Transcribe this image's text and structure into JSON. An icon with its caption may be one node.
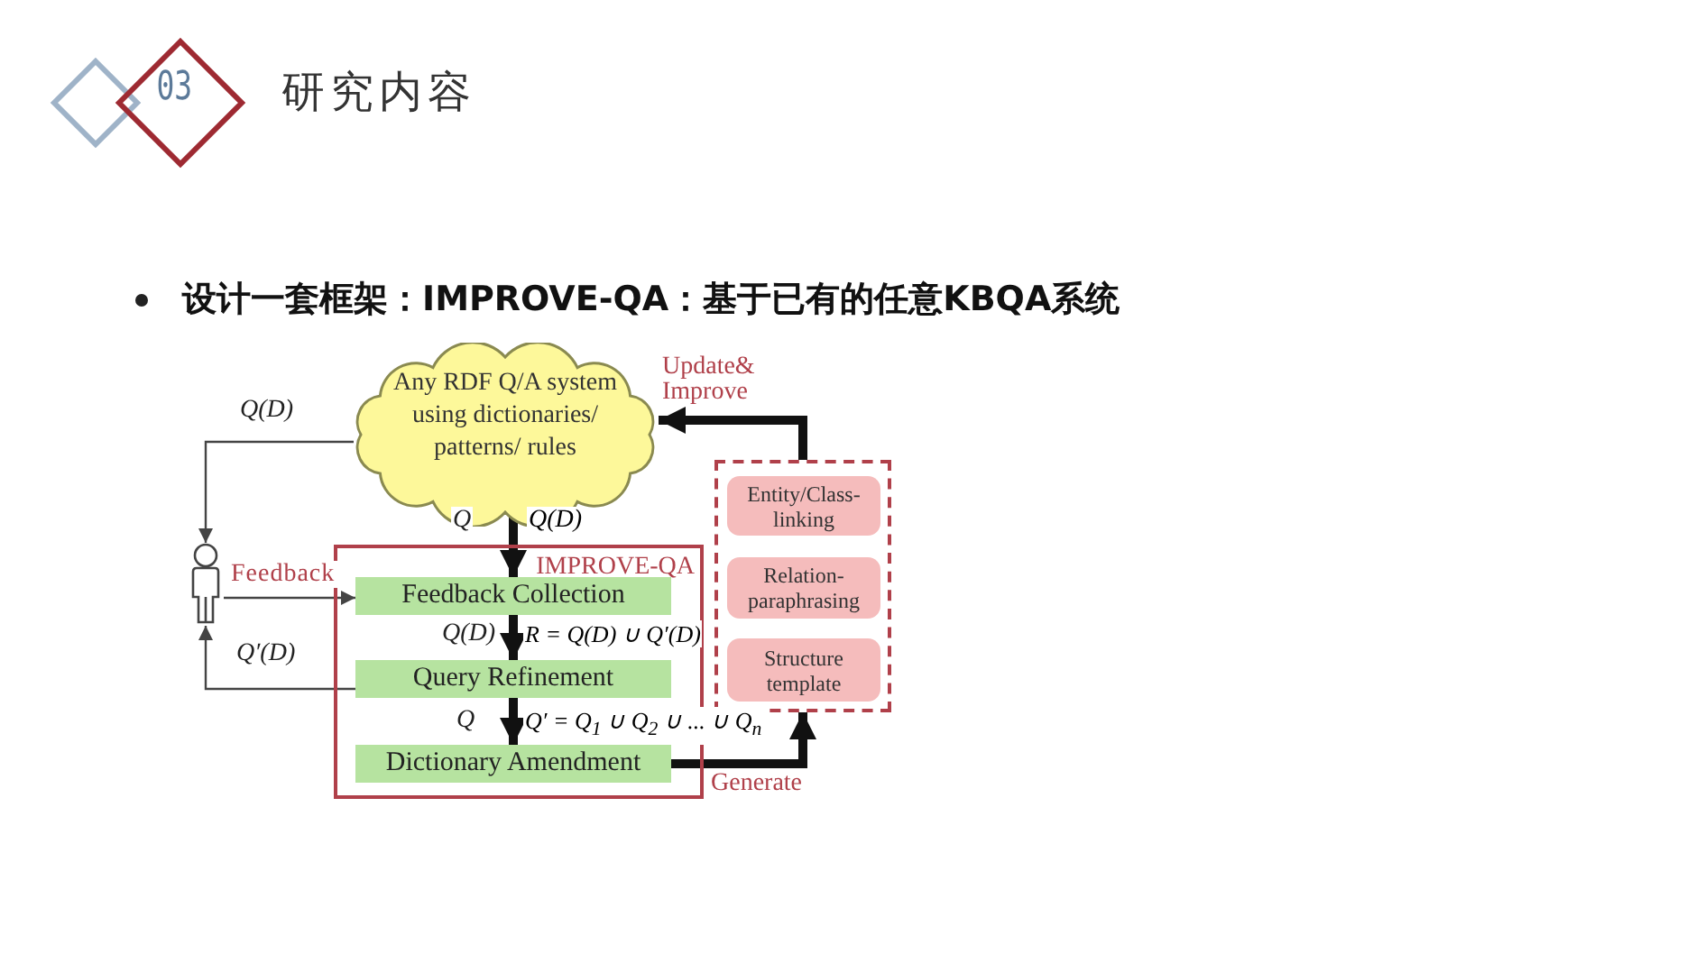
{
  "diagram": {
    "nodes": [
      {
        "text": [
          "Any RDF Q/A system using dictionaries/ patterns/ rules"
        ]
      },
      {
        "text": [],
        "shape": "person"
      },
      {
        "text": [
          "IMPROVE-QA"
        ]
      },
      {
        "text": [
          "Feedback Collection"
        ],
        "in": 2
      },
      {
        "text": [
          "Query Refinement"
        ],
        "in": 2
      },
      {
        "text": [
          "Dictionary Amendment"
        ],
        "in": 2
      },
      {
        "text": [],
        "shape": "box"
      },
      {
        "text": [
          "Entity/Class-linking"
        ],
        "in": 6
      },
      {
        "text": [
          "Relation-paraphrasing"
        ],
        "in": 6
      },
      {
        "text": [
          "Structure template"
        ],
        "in": 6
      }
    ],
    "edges": [
      {
        "from": 0,
        "to": 1,
        "arrow": "to",
        "label": "Q(D)",
        "color": "#444444"
      },
      {
        "from": 1,
        "to": 3,
        "arrow": "to",
        "label": "Feedback",
        "color": "#444444"
      },
      {
        "from": 4,
        "to": 1,
        "arrow": "to",
        "label": "Q′(D)",
        "color": "#444444"
      },
      {
        "from": 0,
        "to": 3,
        "arrow": "to",
        "label": "Q"
      },
      {
        "from": 3,
        "to": 4,
        "arrow": "to",
        "label": "Q(D)"
      },
      {
        "from": 4,
        "to": 5,
        "arrow": "to",
        "label": "Q"
      },
      {
        "from": 5,
        "to": 6,
        "arrow": "to",
        "label": "Generate"
      },
      {
        "from": 6,
        "to": 0,
        "arrow": "to",
        "label": "Update& Improve"
      }
    ],
    "labels": [
      "03",
      "研究内容",
      "设计一套框架：IMPROVE-QA：基于已有的任意KBQA系统",
      "Q(D)",
      "R = Q(D) ∪ Q′(D)",
      "Q′ = Q$_{1}$ ∪ Q$_{2}$ ∪ ... ∪ Q$_{n}$"
    ]
  }
}
